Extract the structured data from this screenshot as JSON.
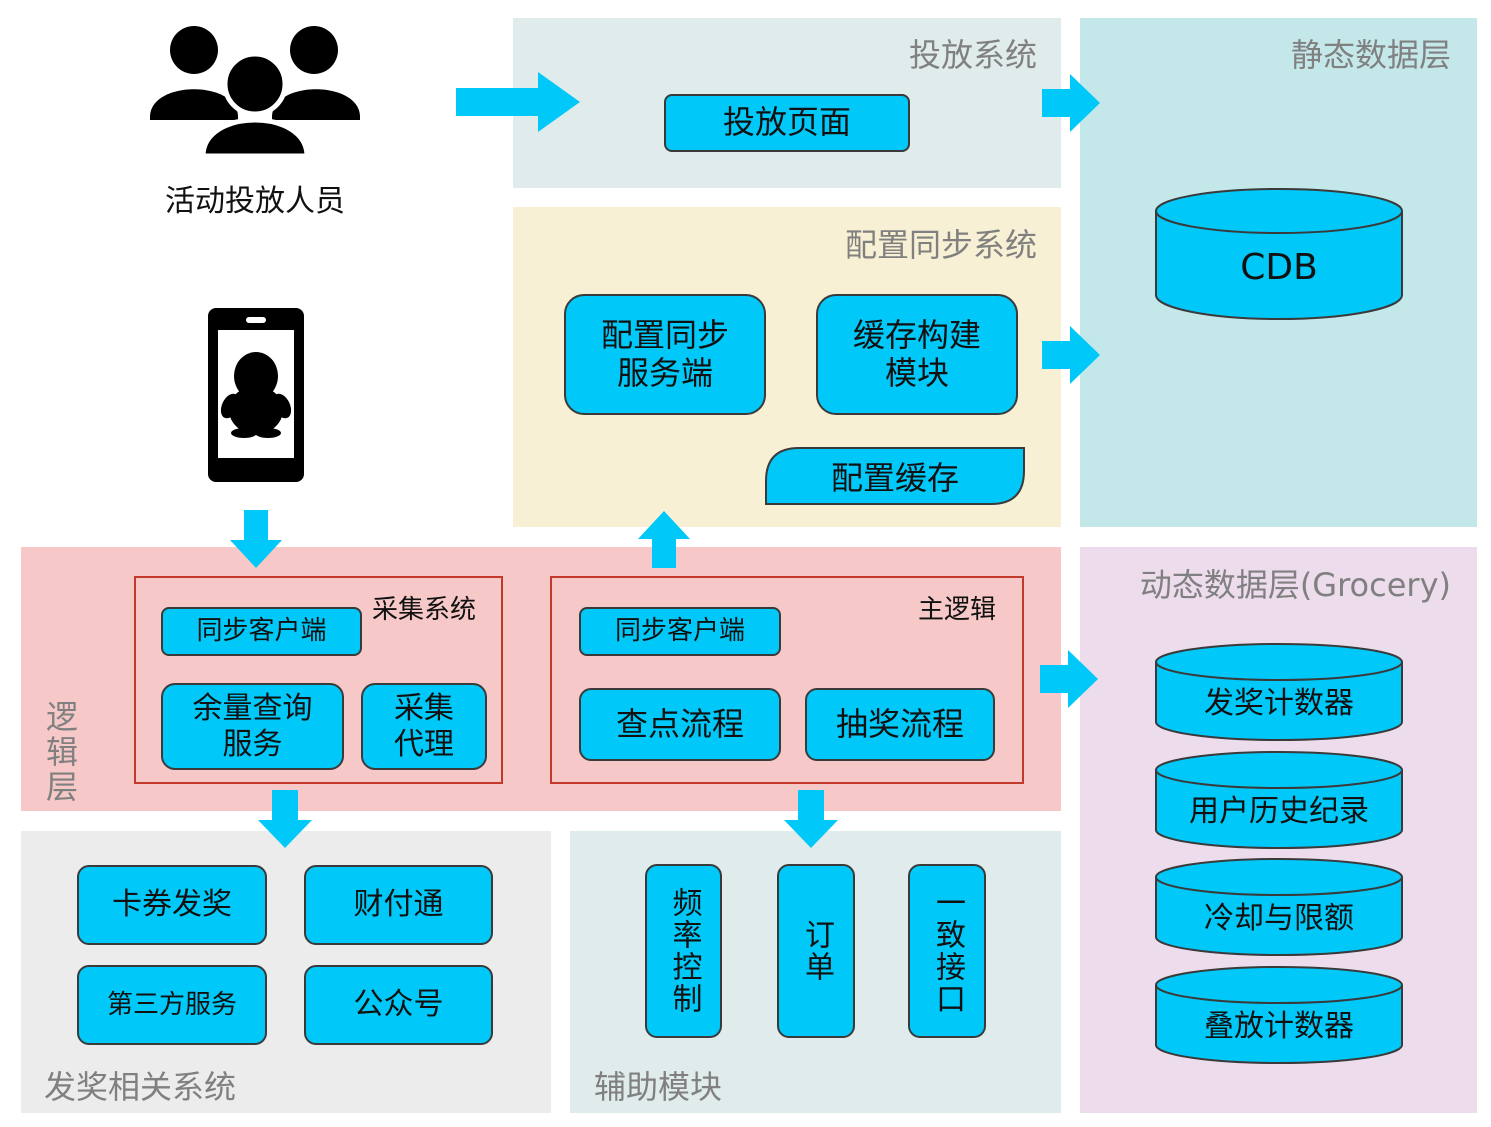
{
  "colors": {
    "accent": "#00c8f8",
    "delivery_bg": "#e0ecec",
    "config_bg": "#f8f0d4",
    "static_bg": "#c4e8ea",
    "dynamic_bg": "#ecdcec",
    "logic_bg": "#f6c8c8",
    "prize_bg": "#ececec",
    "aux_bg": "#e0ecec",
    "frame_red": "#c0392b"
  },
  "actors": {
    "operators_label": "活动投放人员",
    "operators_icon": "people-group-icon",
    "phone_icon": "qq-phone-icon"
  },
  "delivery_system": {
    "title": "投放系统",
    "page": "投放页面"
  },
  "config_sync": {
    "title": "配置同步系统",
    "server": "配置同步\n服务端",
    "cache_builder": "缓存构建\n模块",
    "config_cache": "配置缓存"
  },
  "static_data": {
    "title": "静态数据层",
    "cdb": "CDB"
  },
  "dynamic_data": {
    "title": "动态数据层(Grocery)",
    "stores": [
      "发奖计数器",
      "用户历史纪录",
      "冷却与限额",
      "叠放计数器"
    ]
  },
  "logic_layer": {
    "title": "逻辑层",
    "collect": {
      "title": "采集系统",
      "sync_client": "同步客户端",
      "stock_query": "余量查询\n服务",
      "collect_agent": "采集\n代理"
    },
    "main": {
      "title": "主逻辑",
      "sync_client": "同步客户端",
      "checkin_flow": "查点流程",
      "lottery_flow": "抽奖流程"
    }
  },
  "prize_systems": {
    "title": "发奖相关系统",
    "items": [
      "卡券发奖",
      "财付通",
      "第三方服务",
      "公众号"
    ]
  },
  "aux_modules": {
    "title": "辅助模块",
    "items": [
      "频率控制",
      "订单",
      "一致接口"
    ]
  }
}
